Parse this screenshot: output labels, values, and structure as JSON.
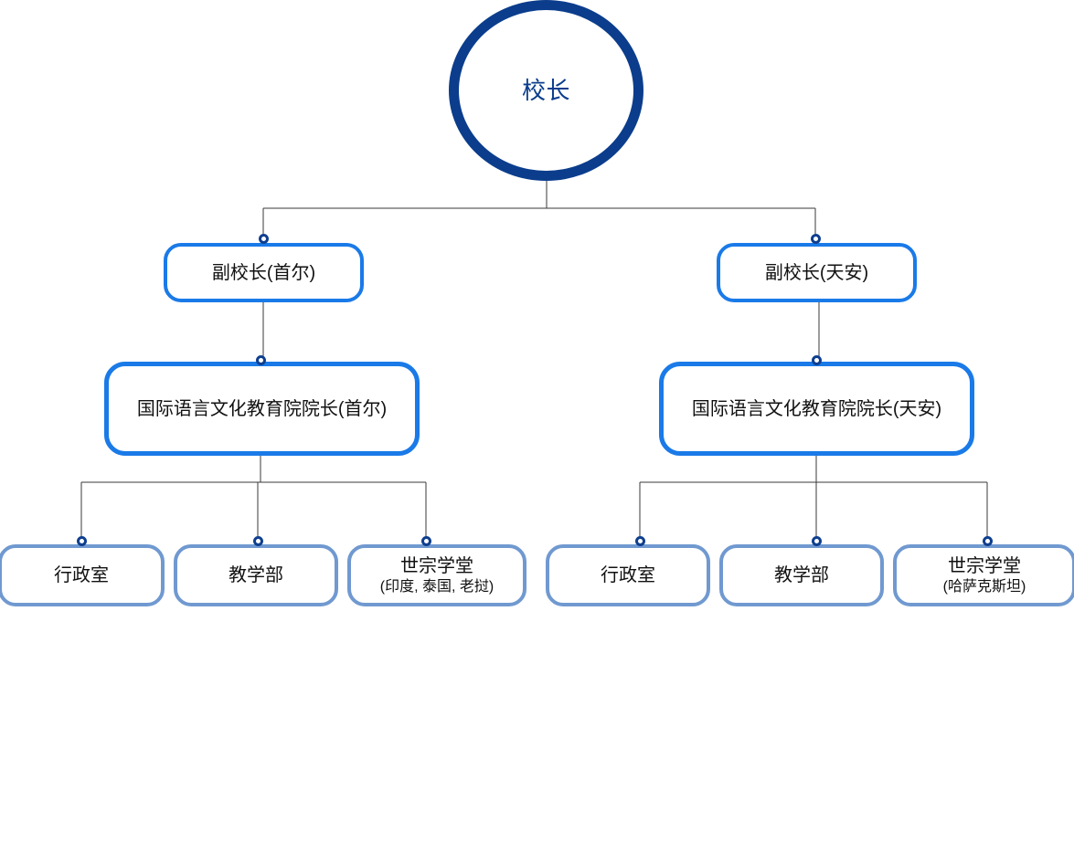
{
  "diagram": {
    "type": "organization-chart",
    "title": "",
    "colors": {
      "root_border": "#0b3d8c",
      "root_text": "#0b3d8c",
      "level2_border": "#1a7ae8",
      "level3_border": "#1a7ae8",
      "level4_border": "#7099d0",
      "connector_line": "#3a3a3a",
      "connector_dot": "#0f3f8f",
      "node_text": "#111111",
      "background": "#ffffff"
    },
    "nodes": {
      "root": {
        "label": "校长"
      },
      "level2": [
        {
          "label": "副校长(首尔)"
        },
        {
          "label": "副校长(天安)"
        }
      ],
      "level3": [
        {
          "label": "国际语言文化教育院院长(首尔)"
        },
        {
          "label": "国际语言文化教育院院长(天安)"
        }
      ],
      "level4_left": [
        {
          "label": "行政室",
          "sublabel": ""
        },
        {
          "label": "教学部",
          "sublabel": ""
        },
        {
          "label": "世宗学堂",
          "sublabel": "(印度, 泰国, 老挝)"
        }
      ],
      "level4_right": [
        {
          "label": "行政室",
          "sublabel": ""
        },
        {
          "label": "教学部",
          "sublabel": ""
        },
        {
          "label": "世宗学堂",
          "sublabel": "(哈萨克斯坦)"
        }
      ]
    }
  }
}
